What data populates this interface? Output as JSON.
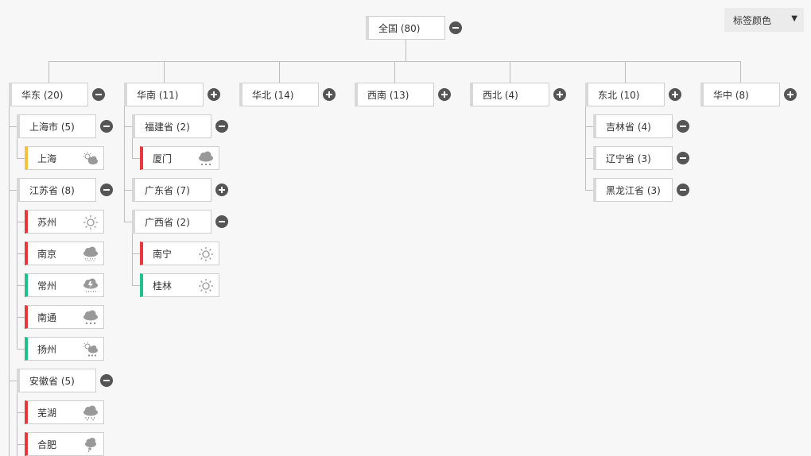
{
  "dropdown": {
    "label": "标签颜色",
    "arrow": "▼"
  },
  "root": {
    "label": "全国 (80)"
  },
  "regions": [
    {
      "label": "华东 (20)"
    },
    {
      "label": "华南 (11)"
    },
    {
      "label": "华北 (14)"
    },
    {
      "label": "西南 (13)"
    },
    {
      "label": "西北 (4)"
    },
    {
      "label": "东北 (10)"
    },
    {
      "label": "华中 (8)"
    }
  ],
  "huadong": {
    "shanghai_city": {
      "label": "上海市 (5)"
    },
    "shanghai": {
      "label": "上海",
      "weather": "partly-cloudy-icon"
    },
    "jiangsu": {
      "label": "江苏省 (8)"
    },
    "suzhou": {
      "label": "苏州",
      "weather": "sunny-icon"
    },
    "nanjing": {
      "label": "南京",
      "weather": "cloud-rain-icon"
    },
    "changzhou": {
      "label": "常州",
      "weather": "thunderstorm-icon"
    },
    "nantong": {
      "label": "南通",
      "weather": "cloud-snow-icon"
    },
    "yangzhou": {
      "label": "扬州",
      "weather": "partly-cloudy-snow-icon"
    },
    "anhui": {
      "label": "安徽省 (5)"
    },
    "wuhu": {
      "label": "芜湖",
      "weather": "sleet-icon"
    },
    "hefei": {
      "label": "合肥",
      "weather": "hail-icon"
    }
  },
  "huanan": {
    "fujian": {
      "label": "福建省 (2)"
    },
    "xiamen": {
      "label": "厦门",
      "weather": "cloud-snow-icon"
    },
    "guangdong": {
      "label": "广东省 (7)"
    },
    "guangxi": {
      "label": "广西省 (2)"
    },
    "nanning": {
      "label": "南宁",
      "weather": "sunny-icon"
    },
    "guilin": {
      "label": "桂林",
      "weather": "sunny-icon"
    }
  },
  "dongbei": {
    "jilin": {
      "label": "吉林省 (4)"
    },
    "liaoning": {
      "label": "辽宁省 (3)"
    },
    "heilongjiang": {
      "label": "黑龙江省 (3)"
    }
  },
  "colors": {
    "yellow": "#f2c33e",
    "red": "#e8383d",
    "green": "#1ec28b"
  }
}
